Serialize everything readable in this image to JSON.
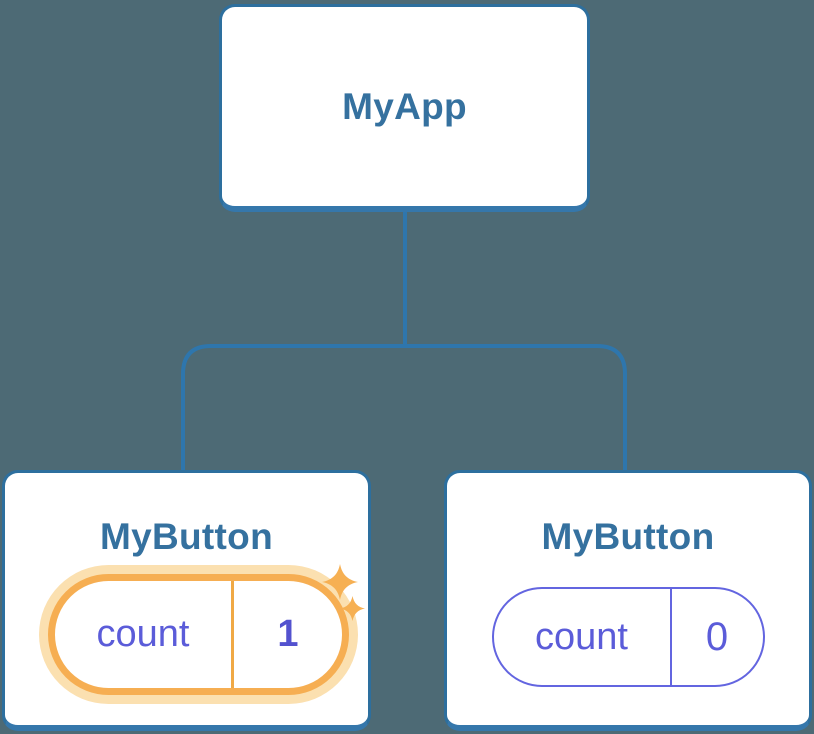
{
  "diagram": {
    "kind": "component-tree",
    "root": {
      "label": "MyApp"
    },
    "children": [
      {
        "label": "MyButton",
        "state": {
          "name": "count",
          "value": "1"
        },
        "highlighted": true
      },
      {
        "label": "MyButton",
        "state": {
          "name": "count",
          "value": "0"
        },
        "highlighted": false
      }
    ],
    "colors": {
      "background": "#4d6a75",
      "connector": "#2e76ad",
      "card_border": "#2d6f9e",
      "card_border_bottom": "#3577ab",
      "card_background": "#ffffff",
      "node_label_text": "#35719f",
      "state_text_purple": "#5b5cd9",
      "state_value_bold_purple": "#5352cf",
      "state_pill_border": "#6365e0",
      "highlight_ring_orange": "#f6ae52",
      "highlight_halo_orange": "#fbe0b0",
      "highlight_divider_orange": "#f0a945",
      "sparkle_orange": "#f6b053"
    }
  }
}
